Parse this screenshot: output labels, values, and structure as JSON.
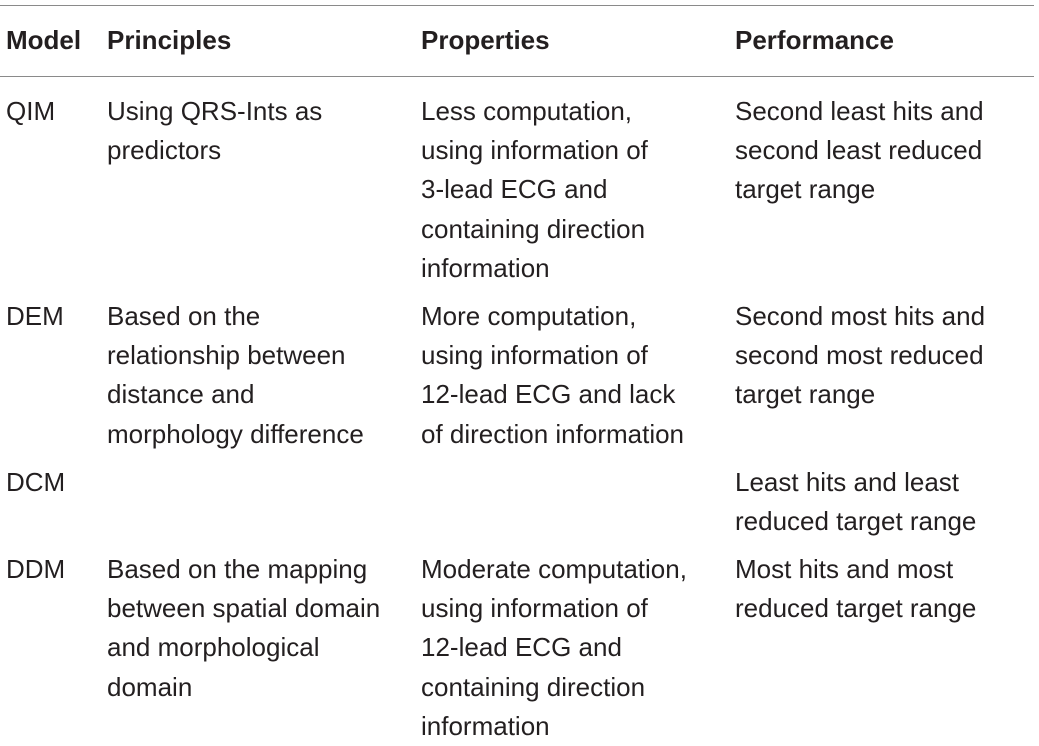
{
  "table": {
    "headers": {
      "model": "Model",
      "principles": "Principles",
      "properties": "Properties",
      "performance": "Performance"
    },
    "rows": [
      {
        "model": "QIM",
        "principles": "Using QRS-Ints as\npredictors",
        "properties": "Less computation,\nusing information of\n3-lead ECG and\ncontaining direction\ninformation",
        "performance": "Second least hits and\nsecond least reduced\ntarget range"
      },
      {
        "model": "DEM",
        "principles": "Based on the\nrelationship between\ndistance and\nmorphology difference",
        "properties": "More computation,\nusing information of\n12-lead ECG and lack\nof direction information",
        "performance": "Second most hits and\nsecond most reduced\ntarget range"
      },
      {
        "model": "DCM",
        "principles": "",
        "properties": "",
        "performance": "Least hits and least\nreduced target range"
      },
      {
        "model": "DDM",
        "principles": "Based on the mapping\nbetween spatial domain\nand morphological\ndomain",
        "properties": "Moderate computation,\nusing information of\n12-lead ECG and\ncontaining direction\ninformation",
        "performance": "Most hits and most\nreduced target range"
      }
    ]
  }
}
